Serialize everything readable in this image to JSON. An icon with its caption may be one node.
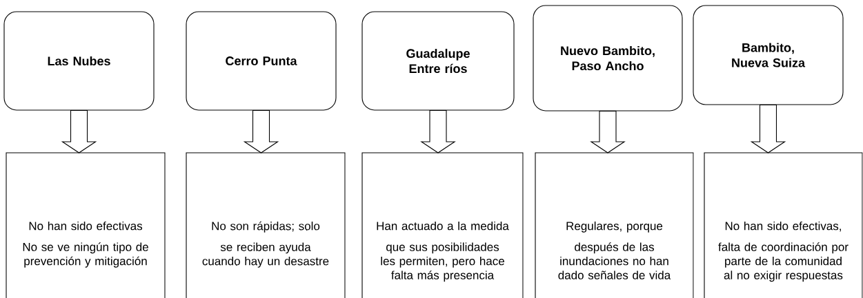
{
  "diagram": {
    "nodes": [
      {
        "text": [
          "Las Nubes"
        ]
      },
      {
        "text": [
          "Cerro Punta"
        ]
      },
      {
        "text": [
          "Guadalupe Entre ríos"
        ]
      },
      {
        "text": [
          "Nuevo Bambito, Paso Ancho"
        ]
      },
      {
        "text": [
          "Bambito, Nueva Suiza"
        ]
      },
      {
        "text": [
          "No han sido efectivas No se ve ningún tipo de prevención y mitigación"
        ]
      },
      {
        "text": [
          "No son rápidas; solo se reciben ayuda cuando hay un desastre"
        ]
      },
      {
        "text": [
          "Han actuado a la medida que sus posibilidades les permiten, pero hace falta más presencia"
        ]
      },
      {
        "text": [
          "Regulares, porque después de las inundaciones no han dado señales de vida"
        ]
      },
      {
        "text": [
          "No han sido efectivas, falta de coordinación por parte de la comunidad al no exigir respuestas"
        ]
      }
    ],
    "edges": [
      {
        "from": 0,
        "to": 5,
        "arrow": "to"
      },
      {
        "from": 1,
        "to": 6,
        "arrow": "to"
      },
      {
        "from": 2,
        "to": 7,
        "arrow": "to"
      },
      {
        "from": 3,
        "to": 8,
        "arrow": "to"
      },
      {
        "from": 4,
        "to": 9,
        "arrow": "to"
      }
    ]
  }
}
